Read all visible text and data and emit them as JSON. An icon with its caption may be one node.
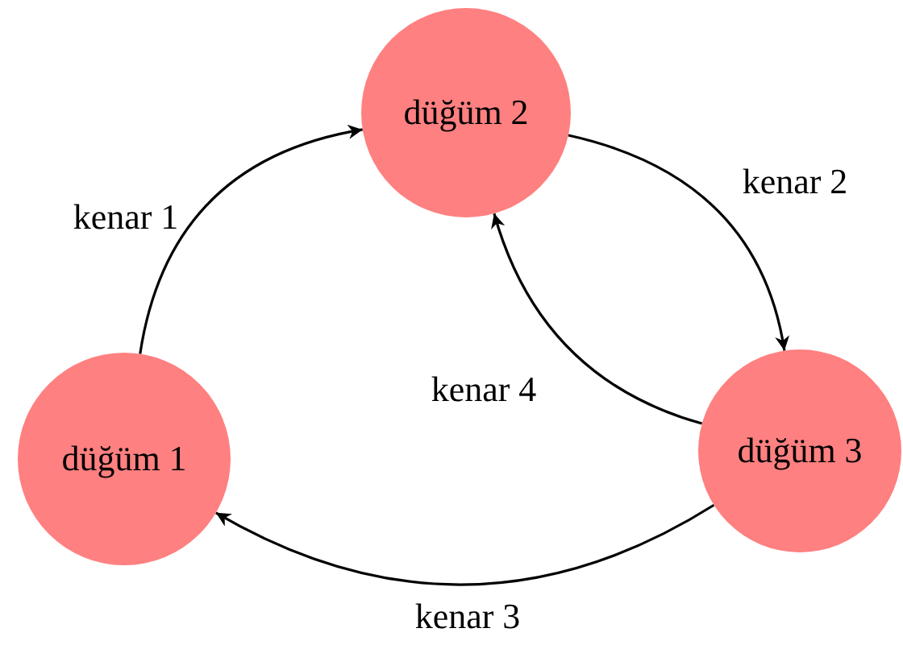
{
  "diagram": {
    "nodes": [
      {
        "text": [
          "düğüm 1"
        ]
      },
      {
        "text": [
          "düğüm 2"
        ]
      },
      {
        "text": [
          "düğüm 3"
        ]
      }
    ],
    "edges": [
      {
        "from": 0,
        "to": 1,
        "arrow": "to",
        "label": "kenar 1"
      },
      {
        "from": 1,
        "to": 2,
        "arrow": "to",
        "label": "kenar 2"
      },
      {
        "from": 2,
        "to": 0,
        "arrow": "to",
        "label": "kenar 3"
      },
      {
        "from": 2,
        "to": 1,
        "arrow": "to",
        "label": "kenar 4"
      }
    ]
  }
}
